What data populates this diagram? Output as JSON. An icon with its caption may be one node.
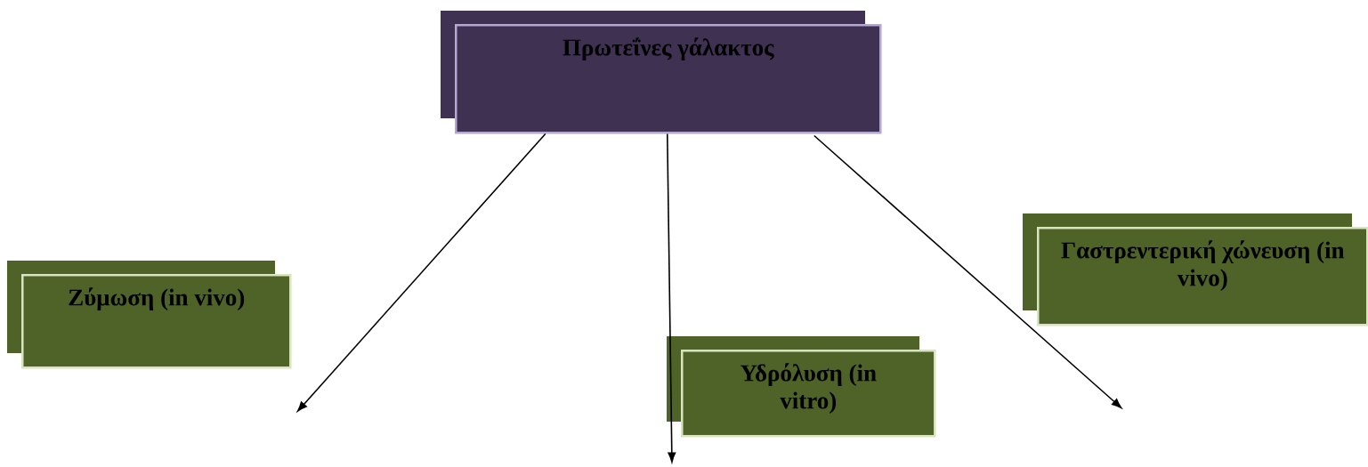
{
  "diagram": {
    "nodes": [
      {
        "text": [
          "Πρωτεΐνες γάλακτος"
        ]
      },
      {
        "text": [
          "Ζύμωση (in vivo)"
        ]
      },
      {
        "text": [
          "Υδρόλυση (in vitro)"
        ]
      },
      {
        "text": [
          "Γαστρεντερική χώνευση (in vivo)"
        ]
      }
    ],
    "edges": [
      {
        "from": 0,
        "to": 1,
        "arrow": "to"
      },
      {
        "from": 0,
        "to": 2,
        "arrow": "to"
      },
      {
        "from": 0,
        "to": 3,
        "arrow": "to"
      }
    ]
  }
}
